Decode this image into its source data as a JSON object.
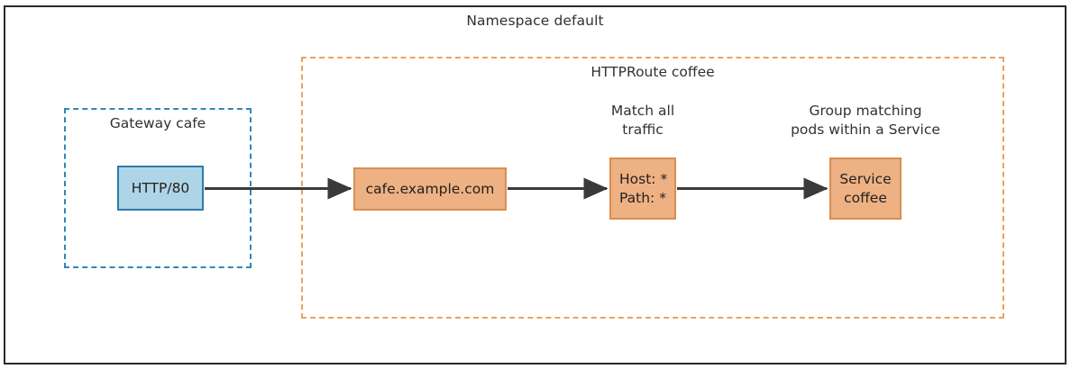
{
  "diagram": {
    "namespace": {
      "title": "Namespace default",
      "border_color": "#2b2b2b"
    },
    "httproute": {
      "title": "HTTPRoute coffee",
      "border_color": "#e8a35c"
    },
    "gateway": {
      "title": "Gateway cafe",
      "border_color": "#3088b5"
    },
    "nodes": {
      "listener": {
        "label": "HTTP/80",
        "fill": "#aed5e7",
        "stroke": "#2e7ca9"
      },
      "hostname": {
        "label": "cafe.example.com",
        "fill": "#eeb183",
        "stroke": "#d98e4e"
      },
      "match": {
        "label": "Host: *\nPath: *",
        "fill": "#eeb183",
        "stroke": "#d98e4e"
      },
      "service": {
        "label": "Service\ncoffee",
        "fill": "#eeb183",
        "stroke": "#d98e4e"
      }
    },
    "captions": {
      "match": "Match all\ntraffic",
      "service": "Group matching\npods within a Service"
    },
    "arrows": {
      "color": "#3a3a3a",
      "items": [
        {
          "from": "HTTP/80",
          "to": "cafe.example.com"
        },
        {
          "from": "cafe.example.com",
          "to": "Host: * / Path: *"
        },
        {
          "from": "Host: * / Path: *",
          "to": "Service coffee"
        }
      ]
    }
  }
}
